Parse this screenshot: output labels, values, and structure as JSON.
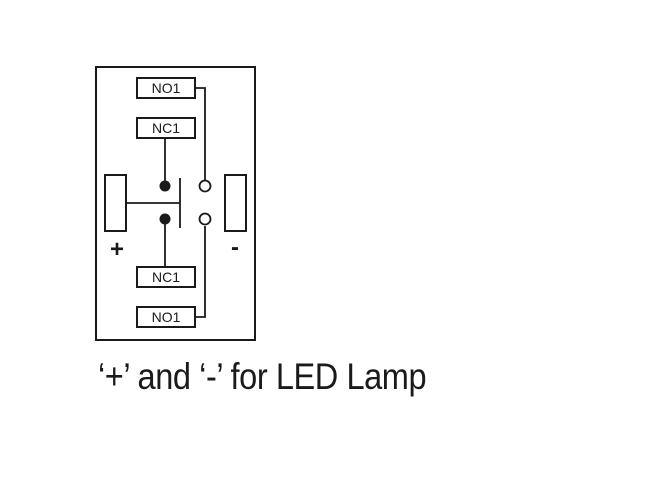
{
  "terminals": {
    "top_no": "NO1",
    "top_nc": "NC1",
    "bottom_nc": "NC1",
    "bottom_no": "NO1"
  },
  "polarity": {
    "positive": "+",
    "negative": "-"
  },
  "caption": "‘+’ and ‘-’ for LED Lamp",
  "colors": {
    "line": "#1a1a1a",
    "background": "#ffffff"
  }
}
